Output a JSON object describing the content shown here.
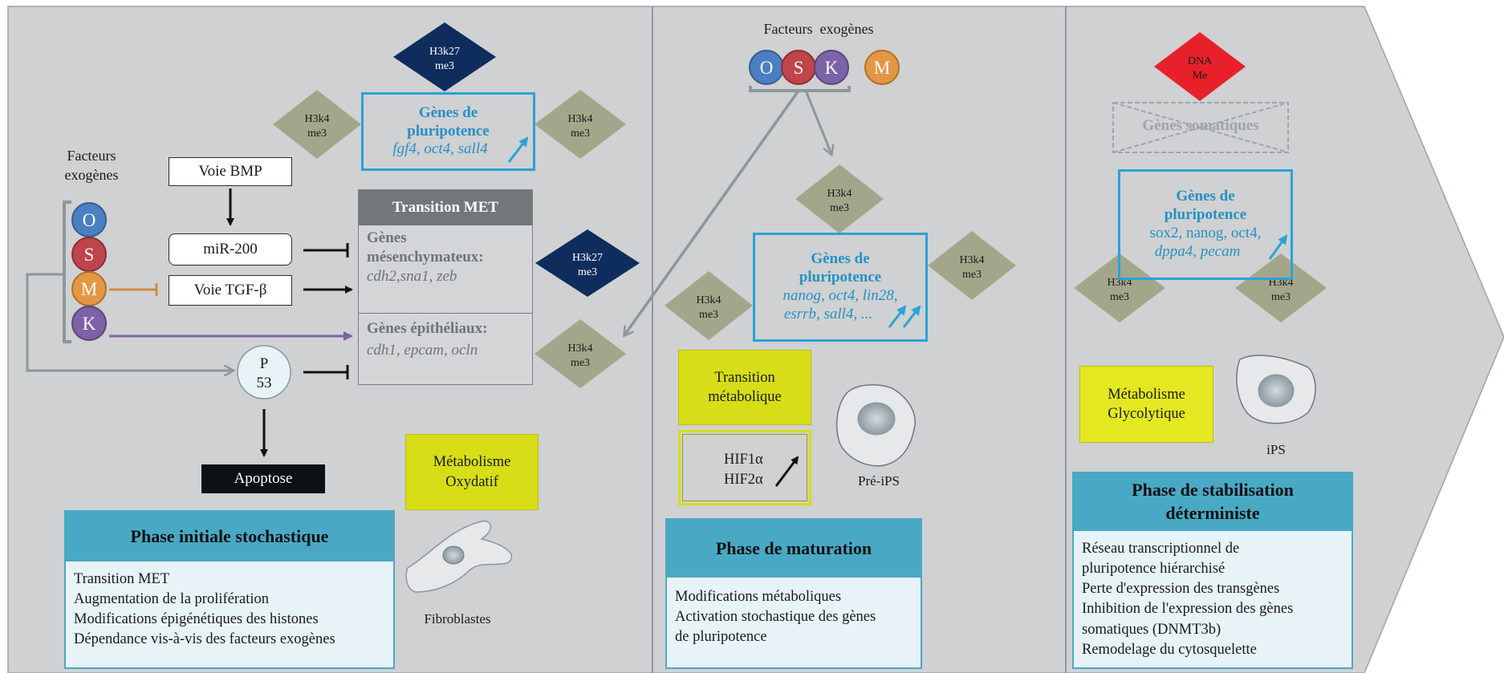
{
  "colors": {
    "background": "#cfd1d2",
    "pluripotency_blue": "#2aa3d6",
    "phase_header": "#49a9c5",
    "phase_body": "#e7f3f7",
    "yellow_box": "#d7dd16",
    "h3k4_diamond": "#a4a68b",
    "h3k27_diamond": "#0f2d5c",
    "dna_me_diamond": "#e8202a",
    "met_header": "#727779",
    "factor_O": "#4a7fc1",
    "factor_S": "#c0444c",
    "factor_M": "#e39744",
    "factor_K": "#7c62a6"
  },
  "phase1": {
    "exogenous_label_1": "Facteurs",
    "exogenous_label_2": "exogènes",
    "factors": [
      "O",
      "S",
      "M",
      "K"
    ],
    "voie_bmp": "Voie BMP",
    "mir200": "miR-200",
    "voie_tgf": "Voie TGF-β",
    "p53_line1": "P",
    "p53_line2": "53",
    "apoptose": "Apoptose",
    "met_header": "Transition MET",
    "mesench_title_1": "Gènes",
    "mesench_title_2": "mésenchymateux:",
    "mesench_genes": "cdh2,sna1, zeb",
    "epith_title": "Gènes épithéliaux:",
    "epith_genes": "cdh1, epcam, ocln",
    "pluri_title_1": "Gènes de",
    "pluri_title_2": "pluripotence",
    "pluri_genes": "fgf4, oct4, sall4",
    "h3k27_top_1": "H3k27",
    "h3k27_top_2": "me3",
    "h3k4_left_1": "H3k4",
    "h3k4_left_2": "me3",
    "h3k4_right_1": "H3k4",
    "h3k4_right_2": "me3",
    "h3k27_mid_1": "H3k27",
    "h3k27_mid_2": "me3",
    "h3k4_low_1": "H3k4",
    "h3k4_low_2": "me3",
    "metab_1": "Métabolisme",
    "metab_2": "Oxydatif",
    "cell_label": "Fibroblastes",
    "phase_title": "Phase initiale stochastique",
    "phase_items": [
      "Transition MET",
      "Augmentation de la prolifération",
      "Modifications épigénétiques des histones",
      "Dépendance vis-à-vis des facteurs exogènes"
    ]
  },
  "phase2": {
    "exogenous_label": "Facteurs  exogènes",
    "factors": [
      "O",
      "S",
      "K",
      "M"
    ],
    "h3k4_top_1": "H3k4",
    "h3k4_top_2": "me3",
    "h3k4_left_1": "H3k4",
    "h3k4_left_2": "me3",
    "h3k4_right_1": "H3k4",
    "h3k4_right_2": "me3",
    "pluri_title_1": "Gènes de",
    "pluri_title_2": "pluripotence",
    "pluri_genes_1": "nanog, oct4, lin28,",
    "pluri_genes_2": "esrrb, sall4, ...",
    "metab_1": "Transition",
    "metab_2": "métabolique",
    "hif1": "HIF1α",
    "hif2": "HIF2α",
    "cell_label": "Pré-iPS",
    "phase_title": "Phase de maturation",
    "phase_items": [
      "Modifications métaboliques",
      "Activation stochastique des gènes",
      "de pluripotence"
    ]
  },
  "phase3": {
    "dna_me_1": "DNA",
    "dna_me_2": "Me",
    "somatic_genes": "Gènes somatiques",
    "pluri_title_1": "Gènes de",
    "pluri_title_2": "pluripotence",
    "pluri_genes_1": "sox2, nanog, oct4,",
    "pluri_genes_2": "dppa4, pecam",
    "h3k4_left_1": "H3k4",
    "h3k4_left_2": "me3",
    "h3k4_right_1": "H3k4",
    "h3k4_right_2": "me3",
    "metab_1": "Métabolisme",
    "metab_2": "Glycolytique",
    "cell_label": "iPS",
    "phase_title_1": "Phase de stabilisation",
    "phase_title_2": "déterministe",
    "phase_items": [
      "Réseau transcriptionnel de",
      "pluripotence hiérarchisé",
      "Perte d'expression des transgènes",
      "Inhibition de l'expression des gènes",
      "somatiques (DNMT3b)",
      "Remodelage du cytosquelette"
    ]
  }
}
